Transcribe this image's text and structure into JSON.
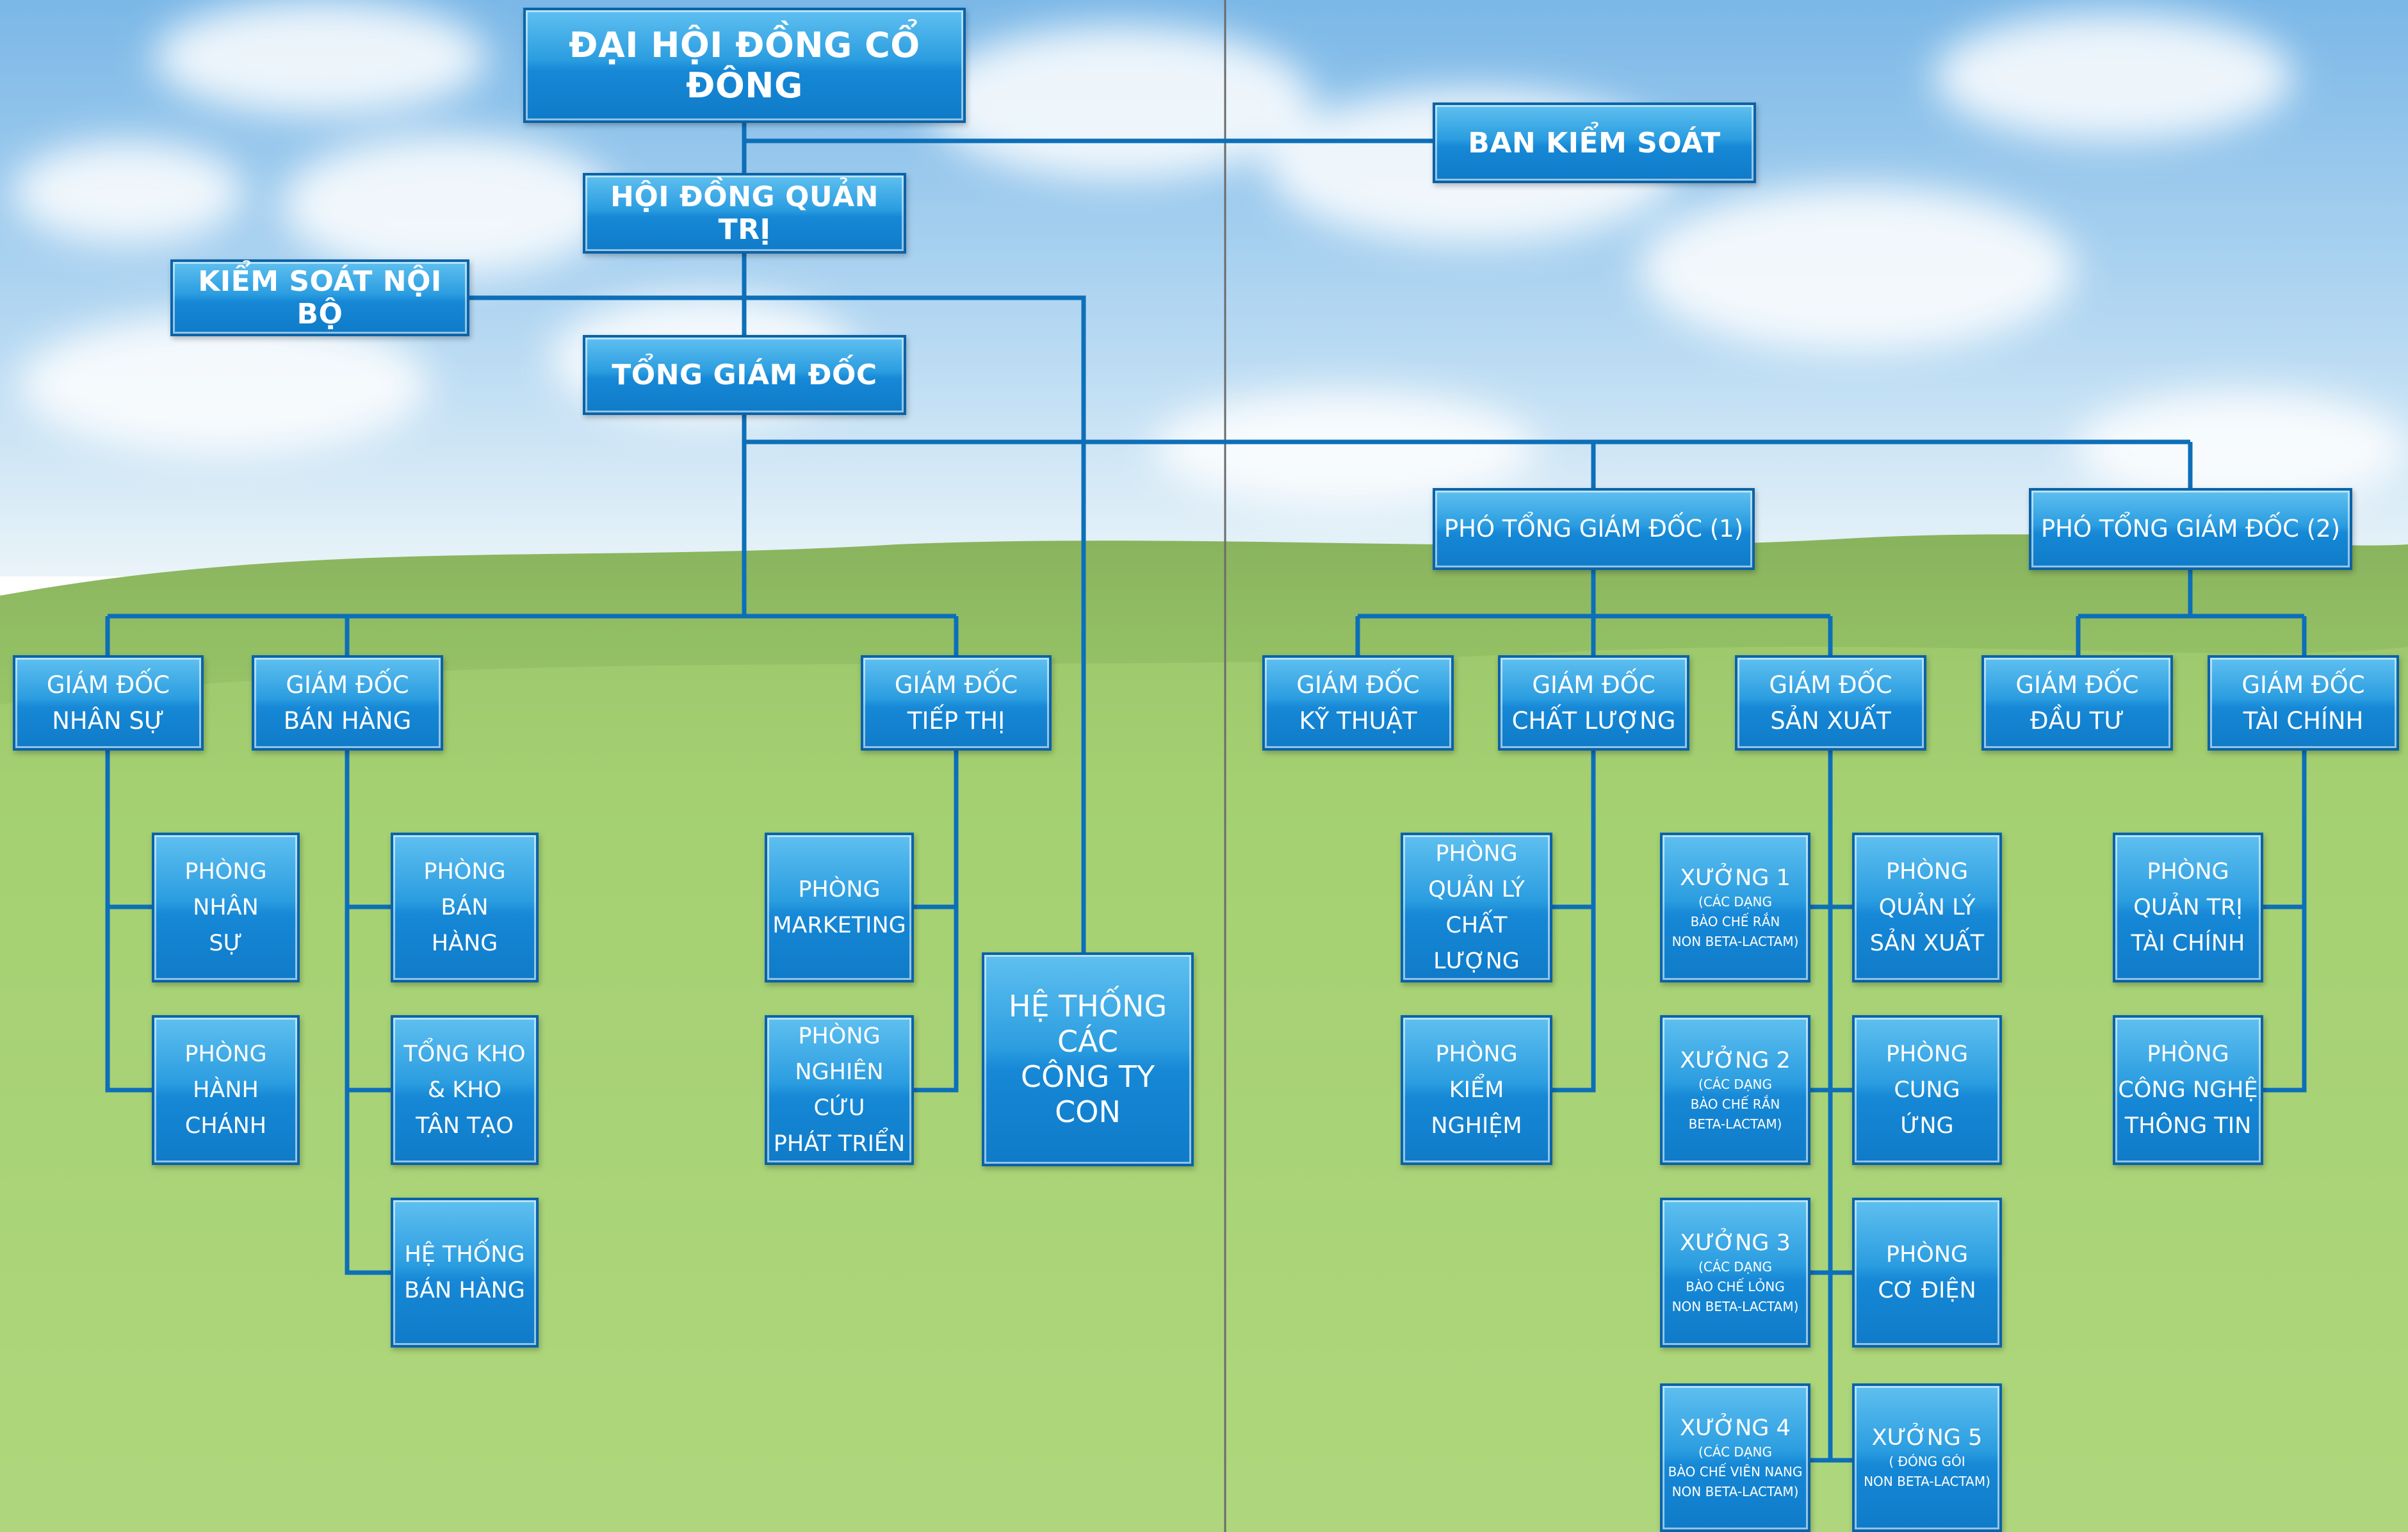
{
  "top": {
    "shareholders": "ĐẠI HỘI ĐỒNG CỔ ĐÔNG",
    "supervisory": "BAN KIỂM SOÁT",
    "board": "HỘI ĐỒNG QUẢN TRỊ",
    "internal_control": "KIỂM SOÁT NỘI BỘ",
    "ceo": "TỔNG GIÁM ĐỐC"
  },
  "deputies": {
    "d1": "PHÓ TỔNG GIÁM ĐỐC (1)",
    "d2": "PHÓ TỔNG GIÁM ĐỐC (2)"
  },
  "directors": {
    "hr": [
      "GIÁM ĐỐC",
      "NHÂN SỰ"
    ],
    "sales": [
      "GIÁM ĐỐC",
      "BÁN HÀNG"
    ],
    "marketing": [
      "GIÁM ĐỐC",
      "TIẾP THỊ"
    ],
    "tech": [
      "GIÁM ĐỐC",
      "KỸ THUẬT"
    ],
    "quality": [
      "GIÁM ĐỐC",
      "CHẤT LƯỢNG"
    ],
    "production": [
      "GIÁM ĐỐC",
      "SẢN XUẤT"
    ],
    "investment": [
      "GIÁM ĐỐC",
      "ĐẦU TƯ"
    ],
    "finance": [
      "GIÁM ĐỐC",
      "TÀI CHÍNH"
    ]
  },
  "departments": {
    "hr_dept": [
      "PHÒNG",
      "NHÂN",
      "SỰ"
    ],
    "admin_dept": [
      "PHÒNG",
      "HÀNH",
      "CHÁNH"
    ],
    "sales_dept": [
      "PHÒNG",
      "BÁN",
      "HÀNG"
    ],
    "warehouse": [
      "TỔNG KHO",
      "& KHO",
      "TÂN TẠO"
    ],
    "sales_system": [
      "HỆ THỐNG",
      "BÁN HÀNG"
    ],
    "marketing_dept": [
      "PHÒNG",
      "MARKETING"
    ],
    "rnd_dept": [
      "PHÒNG",
      "NGHIÊN CỨU",
      "PHÁT TRIỂN"
    ],
    "qm_dept": [
      "PHÒNG",
      "QUẢN LÝ",
      "CHẤT LƯỢNG"
    ],
    "lab_dept": [
      "PHÒNG",
      "KIỂM",
      "NGHIỆM"
    ],
    "pm_dept": [
      "PHÒNG",
      "QUẢN LÝ",
      "SẢN XUẤT"
    ],
    "supply_dept": [
      "PHÒNG",
      "CUNG",
      "ỨNG"
    ],
    "me_dept": [
      "PHÒNG",
      "CƠ ĐIỆN"
    ],
    "fm_dept": [
      "PHÒNG",
      "QUẢN TRỊ",
      "TÀI CHÍNH"
    ],
    "it_dept": [
      "PHÒNG",
      "CÔNG NGHỆ",
      "THÔNG TIN"
    ]
  },
  "subsidiaries": [
    "HỆ THỐNG",
    "CÁC",
    "CÔNG TY",
    "CON"
  ],
  "workshops": {
    "w1": {
      "title": "XƯỞNG 1",
      "sub": [
        "(CÁC DẠNG",
        "BÀO CHẾ RẮN",
        "NON BETA-LACTAM)"
      ]
    },
    "w2": {
      "title": "XƯỞNG 2",
      "sub": [
        "(CÁC DẠNG",
        "BÀO CHẾ RẮN",
        "BETA-LACTAM)"
      ]
    },
    "w3": {
      "title": "XƯỞNG 3",
      "sub": [
        "(CÁC DẠNG",
        "BÀO CHẾ LỎNG",
        "NON BETA-LACTAM)"
      ]
    },
    "w4": {
      "title": "XƯỞNG 4",
      "sub": [
        "(CÁC DẠNG",
        "BÀO CHẾ VIÊN NANG",
        "NON BETA-LACTAM)"
      ]
    },
    "w5": {
      "title": "XƯỞNG 5",
      "sub": [
        "( ĐÓNG GÓI",
        "NON BETA-LACTAM)"
      ]
    }
  },
  "colors": {
    "sky_top": "#6fb2e6",
    "grass": "#86c24a",
    "box": "#1f8fd9",
    "border": "#0a63a8",
    "line": "#0d6fb8"
  }
}
